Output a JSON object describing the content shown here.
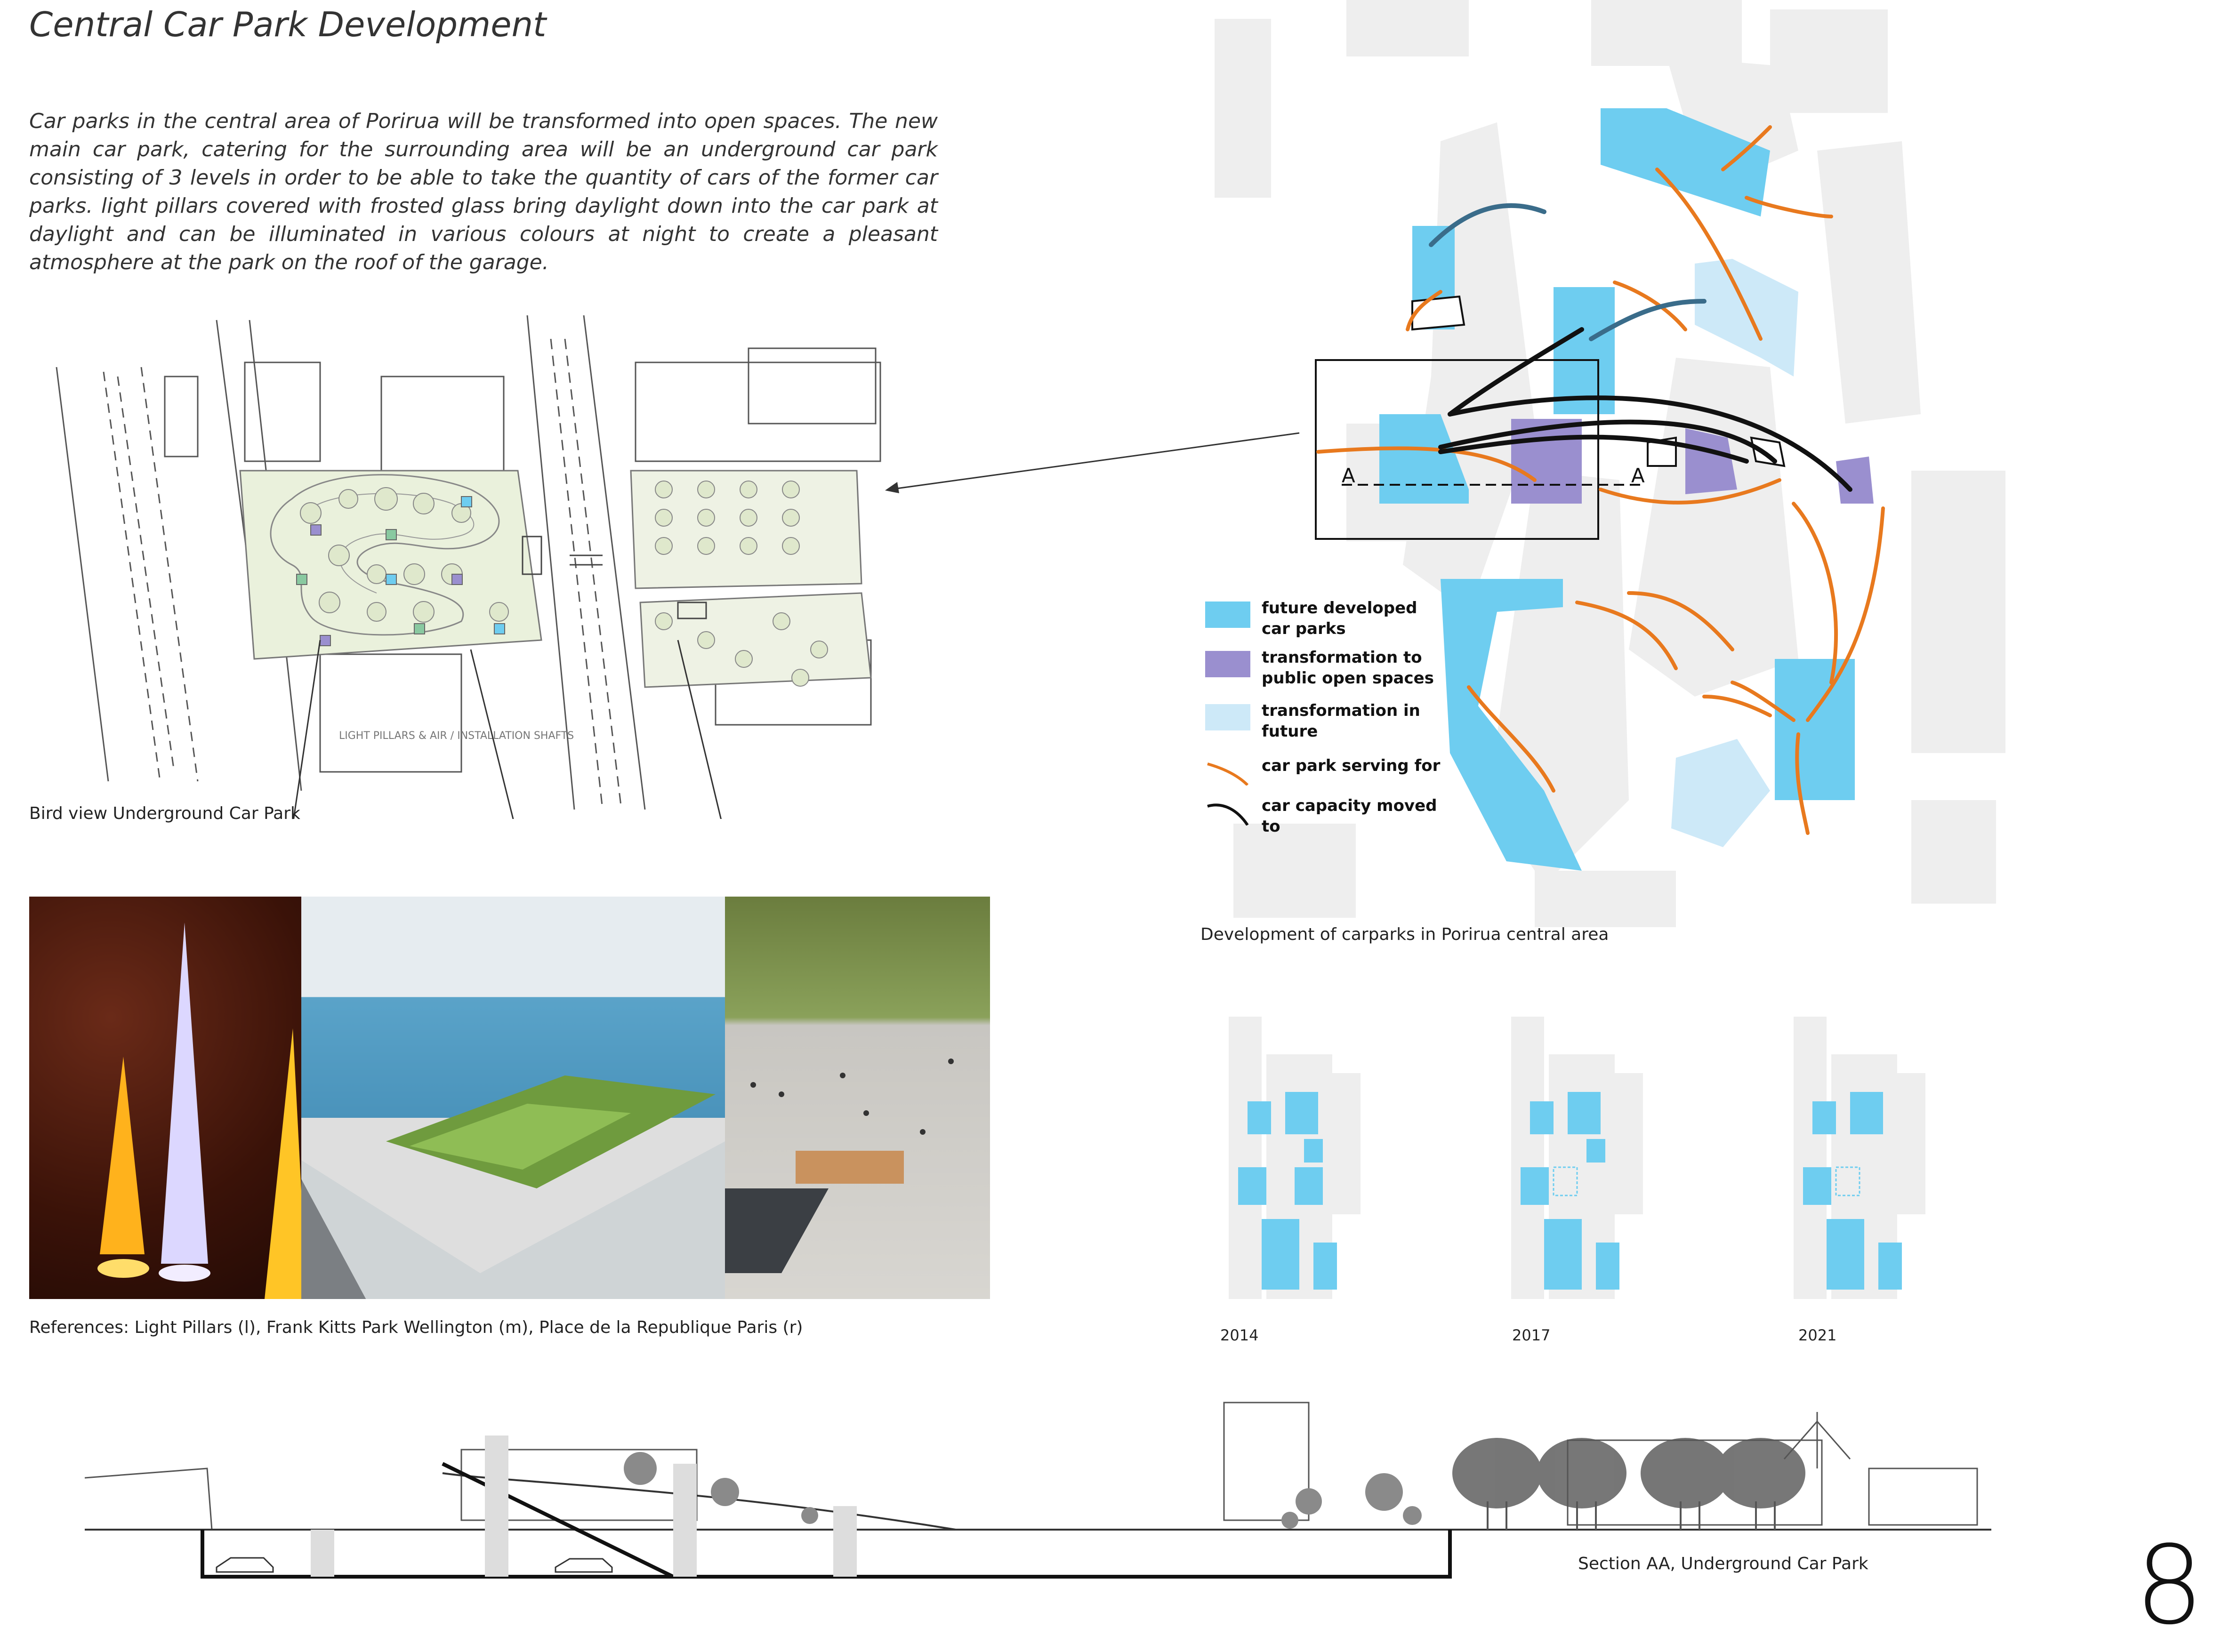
{
  "title": "Central Car Park Development",
  "intro": "Car parks in the central area of Porirua will be transformed into open spaces. The new main car park, catering for the surrounding area will be an underground car park consisting of 3 levels in order to be able to take the quantity of cars of the former car parks. light pillars covered with frosted glass bring daylight down into the car park at daylight and can be illuminated in various colours at night to create a pleasant atmosphere at the park on the roof of the garage.",
  "captions": {
    "bird_view": "Bird view Underground Car Park",
    "references": "References: Light Pillars (l), Frank Kitts Park Wellington (m), Place de la Republique Paris (r)",
    "development": "Development of carparks in Porirua central area",
    "section": "Section AA, Underground Car Park"
  },
  "sketch_note": "LIGHT PILLARS & AIR / INSTALLATION SHAFTS",
  "section_markers": {
    "start": "A",
    "end": "A"
  },
  "legend": [
    {
      "label": "future developed car parks",
      "color": "#6ecdf0"
    },
    {
      "label": "transformation to public open spaces",
      "color": "#9a8fcf"
    },
    {
      "label": "transformation in future",
      "color": "#cde9f8"
    },
    {
      "label": "car park serving for",
      "color": "#e8791e"
    },
    {
      "label": "car capacity moved to",
      "color": "#111111"
    }
  ],
  "years": [
    "2014",
    "2017",
    "2021"
  ],
  "page_number": "8.",
  "colors": {
    "future_car_parks": "#6ecdf0",
    "open_spaces": "#9a8fcf",
    "future_transformation": "#cde9f8",
    "serving_arrow": "#e8791e",
    "moved_arrow": "#111111",
    "building_footprint": "#eeeeee"
  }
}
